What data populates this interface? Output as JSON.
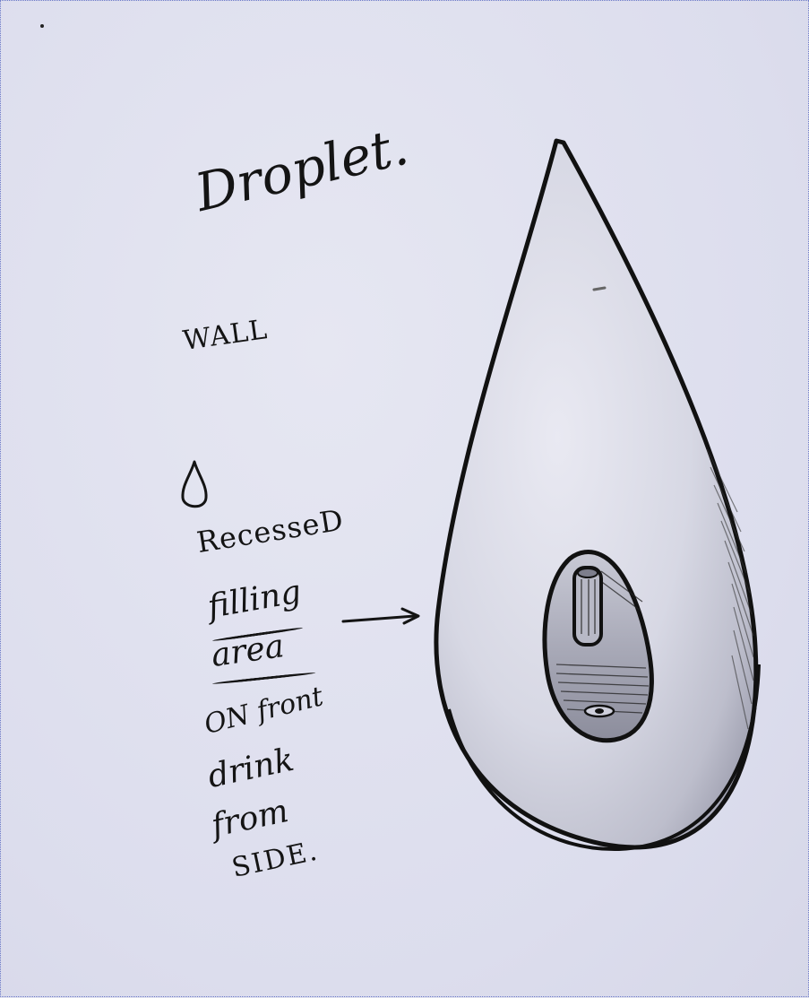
{
  "sketch": {
    "title": "Droplet.",
    "wall": "WALL",
    "recessed": "RecesseD",
    "filling": "filling",
    "area": "area",
    "on_front": "ON front",
    "drink": "drink",
    "from": "from",
    "side": "SIDE."
  },
  "colors": {
    "paper": "#dfe0ee",
    "ink": "#141414"
  }
}
